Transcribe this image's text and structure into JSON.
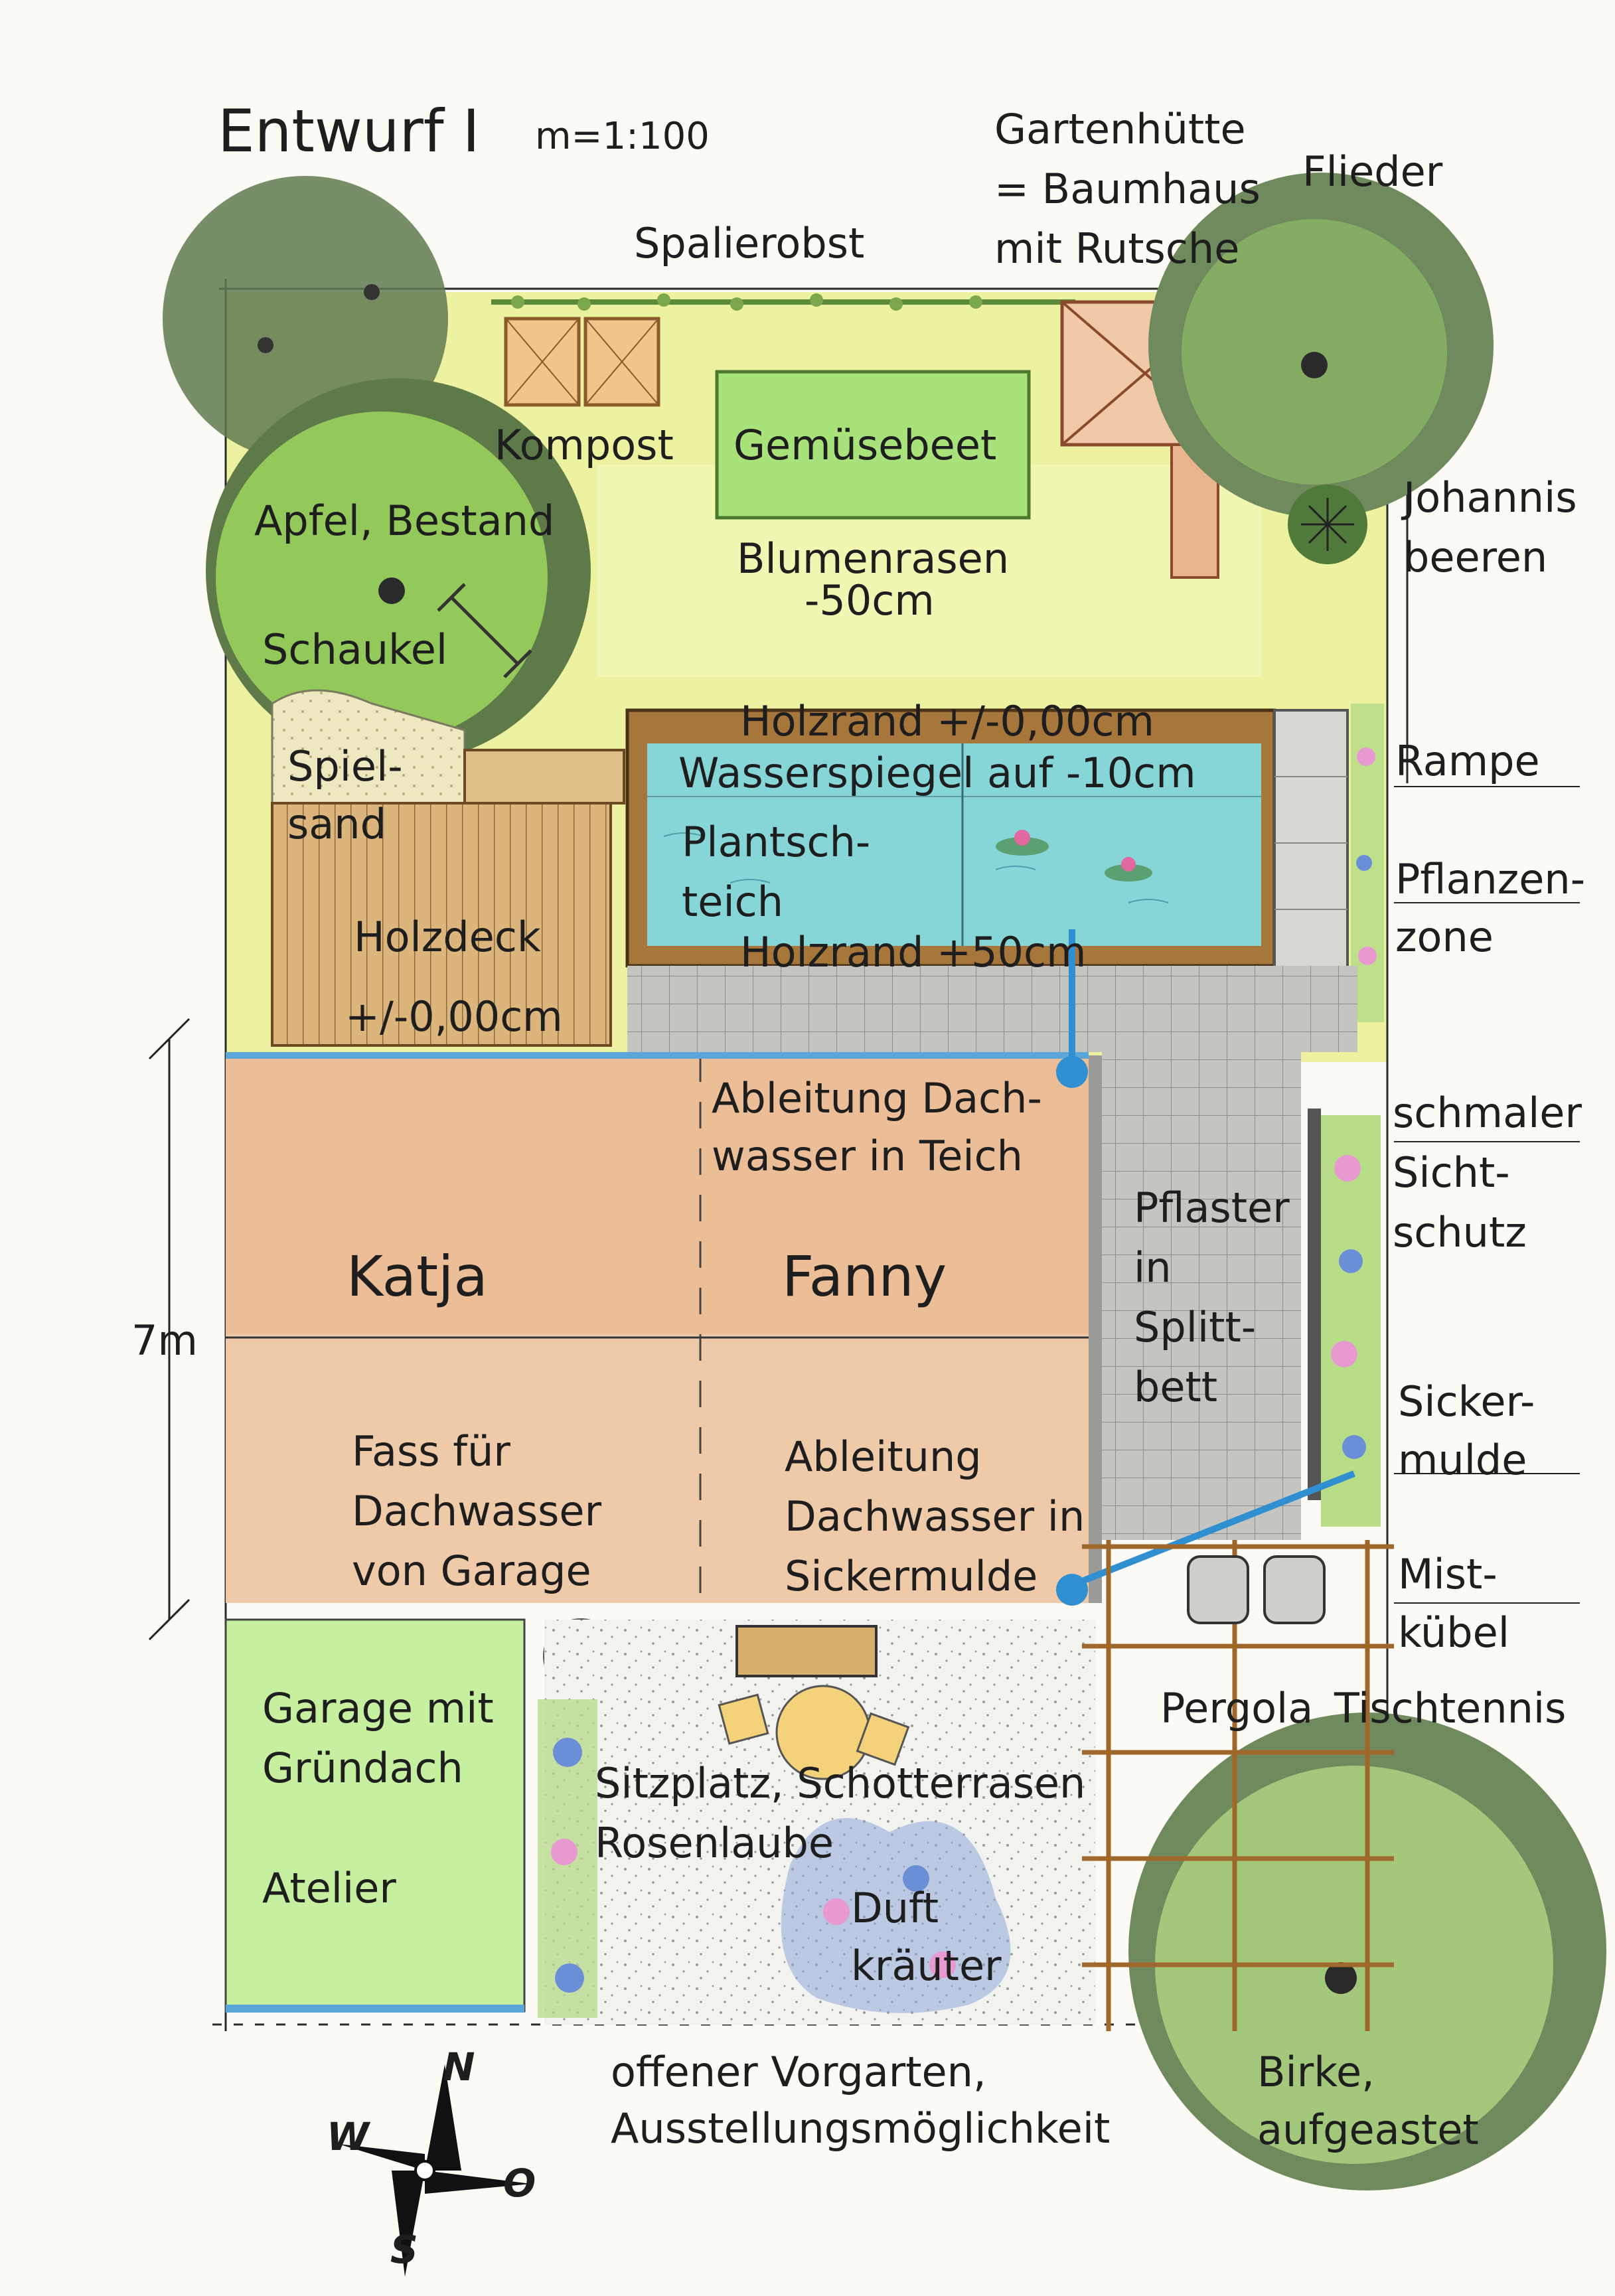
{
  "title": "Entwurf I",
  "scale": "m=1:100",
  "dimension": "7m",
  "labels": {
    "spalierobst": "Spalierobst",
    "gartenhuette": [
      "Gartenhütte",
      "= Baumhaus",
      "mit Rutsche"
    ],
    "flieder": "Flieder",
    "kompost": "Kompost",
    "gemuesebeet": "Gemüsebeet",
    "apfel": "Apfel, Bestand",
    "johannisbeeren": [
      "Johannis",
      "beeren"
    ],
    "blumenrasen": [
      "Blumenrasen",
      "-50cm"
    ],
    "schaukel": "Schaukel",
    "holzrand_top": "Holzrand +/-0,00cm",
    "wasserspiegel": "Wasserspiegel auf -10cm",
    "spielsand": [
      "Spiel-",
      "sand"
    ],
    "rampe": "Rampe",
    "plantschteich": [
      "Plantsch-",
      "teich"
    ],
    "pflanzenzone": [
      "Pflanzen-",
      "zone"
    ],
    "holzdeck": [
      "Holzdeck",
      "+/-0,00cm"
    ],
    "holzrand_bottom": "Holzrand +50cm",
    "ableitung_teich": [
      "Ableitung Dach-",
      "wasser in Teich"
    ],
    "schmaler_sichtschutz": [
      "schmaler",
      "Sicht-",
      "schutz"
    ],
    "katja": "Katja",
    "fanny": "Fanny",
    "pflaster": [
      "Pflaster",
      "in",
      "Splitt-",
      "bett"
    ],
    "sickermulde": [
      "Sicker-",
      "mulde"
    ],
    "fass": [
      "Fass für",
      "Dachwasser",
      "von Garage"
    ],
    "ableitung_sickermulde": [
      "Ableitung",
      "Dachwasser in",
      "Sickermulde"
    ],
    "mistkuebel": [
      "Mist-",
      "kübel"
    ],
    "garage": [
      "Garage mit",
      "Gründach"
    ],
    "atelier": "Atelier",
    "pergola": "Pergola",
    "tischtennis": "Tischtennis",
    "sitzplatz": [
      "Sitzplatz, Schotterrasen",
      "Rosenlaube"
    ],
    "duftkraeuter": [
      "Duft",
      "kräuter"
    ],
    "vorgarten": [
      "offener Vorgarten,",
      "Ausstellungsmöglichkeit"
    ],
    "birke": [
      "Birke,",
      "aufgeastet"
    ]
  },
  "compass": {
    "n": "N",
    "s": "S",
    "w": "W",
    "o": "O"
  },
  "colors": {
    "lawn": "#e8ef8e",
    "tree_dark": "#5f7a4c",
    "tree_green": "#8fc45a",
    "water": "#7fd6d6",
    "wood": "#d9b27a",
    "paving": "#c9c9c4",
    "house": "#efc8a8",
    "garage": "#c8f0a0",
    "pipe": "#2f8fd0",
    "flower_pink": "#e89ad0",
    "flower_blue": "#6b8fd6"
  }
}
